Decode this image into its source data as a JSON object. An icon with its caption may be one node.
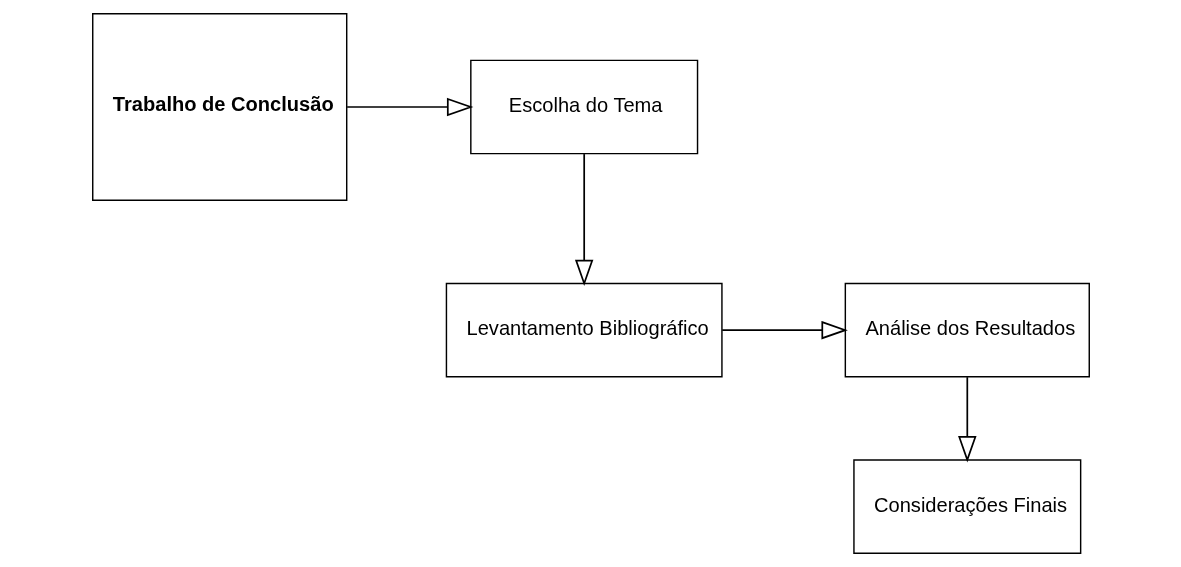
{
  "diagram": {
    "nodes": [
      {
        "text": [
          "Trabalho de Conclusão"
        ]
      },
      {
        "text": [
          "Escolha do Tema"
        ]
      },
      {
        "text": [
          "Levantamento Bibliográfico"
        ]
      },
      {
        "text": [
          "Análise dos Resultados"
        ]
      },
      {
        "text": [
          "Considerações Finais"
        ]
      }
    ],
    "edges": [
      {
        "from": 0,
        "to": 1,
        "arrow": "to"
      },
      {
        "from": 1,
        "to": 2,
        "arrow": "to"
      },
      {
        "from": 2,
        "to": 3,
        "arrow": "to"
      },
      {
        "from": 3,
        "to": 4,
        "arrow": "to"
      }
    ]
  }
}
